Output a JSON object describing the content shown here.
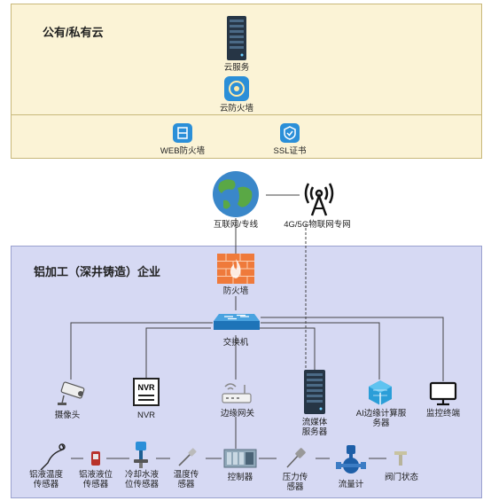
{
  "zones": {
    "cloud_title": "公有/私有云",
    "enterprise_title": "铝加工（深井铸造）企业"
  },
  "cloud": {
    "server": "云服务",
    "firewall": "云防火墙",
    "web_firewall": "WEB防火墙",
    "ssl": "SSL证书"
  },
  "network": {
    "internet": "互联网/专线",
    "iot": "4G/5G物联网专网"
  },
  "enterprise": {
    "firewall": "防火墙",
    "switch": "交换机",
    "camera": "摄像头",
    "nvr": "NVR",
    "nvr_box": "NVR",
    "gateway": "边缘网关",
    "streaming_l1": "流媒体",
    "streaming_l2": "服务器",
    "ai_l1": "AI边缘计算服",
    "ai_l2": "务器",
    "monitor": "监控终端"
  },
  "sensors": [
    {
      "l1": "铝液温度",
      "l2": "传感器"
    },
    {
      "l1": "铝液液位",
      "l2": "传感器"
    },
    {
      "l1": "冷却水液",
      "l2": "位传感器"
    },
    {
      "l1": "温度传",
      "l2": "感器"
    },
    {
      "l1": "控制器",
      "l2": ""
    },
    {
      "l1": "压力传",
      "l2": "感器"
    },
    {
      "l1": "流量计",
      "l2": ""
    },
    {
      "l1": "阀门状态",
      "l2": ""
    }
  ],
  "colors": {
    "cloud_bg": "#fbf3d6",
    "enterprise_bg": "#d6d9f3",
    "accent_blue": "#2b8fd8",
    "firewall_orange": "#ef7a3b"
  }
}
